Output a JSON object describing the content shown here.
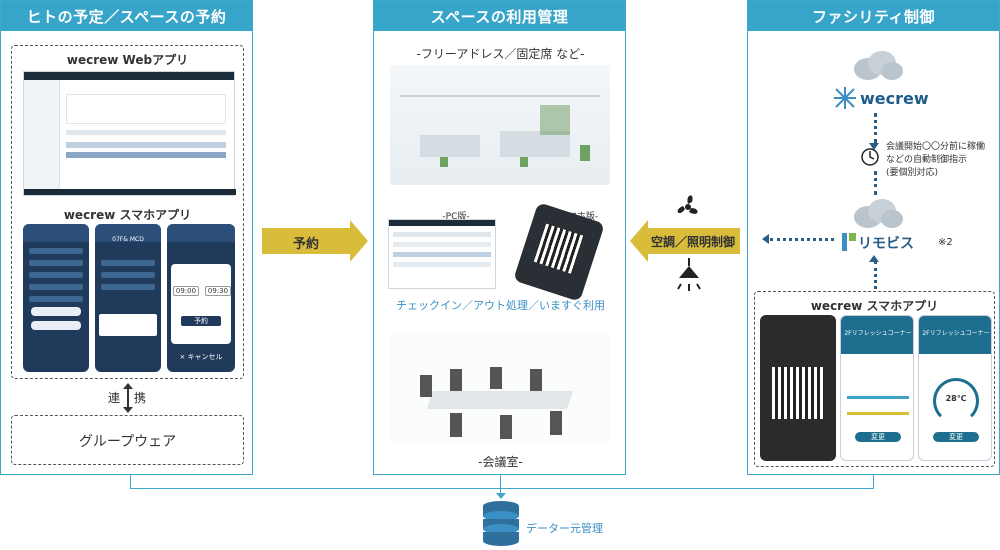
{
  "left_panel": {
    "title": "ヒトの予定／スペースの予約",
    "web_app_title": "wecrew Webアプリ",
    "smartphone_app_title": "wecrew スマホアプリ",
    "link_label_1": "連",
    "link_label_2": "携",
    "groupware_label": "グループウェア",
    "phone_screens": {
      "screen2_title": "07F& MCD",
      "screen3_time_from": "09:00",
      "screen3_time_to": "09:30",
      "screen3_reserve": "予約",
      "screen3_cancel": "× キャンセル"
    }
  },
  "center_panel": {
    "title": "スペースの利用管理",
    "subtitle": "-フリーアドレス／固定席 など-",
    "pc_label": "-PC版-",
    "smartphone_label": "-スマホ版-",
    "checkin_caption": "チェックイン／アウト処理／いますぐ利用",
    "meeting_room_label": "-会議室-"
  },
  "right_panel": {
    "title": "ファシリティ制御",
    "wecrew_logo": "wecrew",
    "auto_control_note": "会議開始〇〇分前に稼働\nなどの自動制御指示\n(要個別対応)",
    "remobis_logo": "リモビス",
    "remobis_note": "※2",
    "smartphone_app_title": "wecrew スマホアプリ",
    "phone_headers": {
      "phone2_title": "2Fリフレッシュコーナー",
      "phone3_title": "2Fリフレッシュコーナー",
      "phone3_temp": "28℃",
      "phone_change_button": "変更"
    }
  },
  "arrows": {
    "reserve_label": "予約",
    "control_label": "空調／照明制御"
  },
  "bottom": {
    "db_label": "データー元管理"
  },
  "colors": {
    "panel_header": "#37a5c9",
    "arrow_gold": "#d9bd3a",
    "dotted_arrow": "#2a5d86",
    "caption_blue": "#3a8fc4"
  }
}
